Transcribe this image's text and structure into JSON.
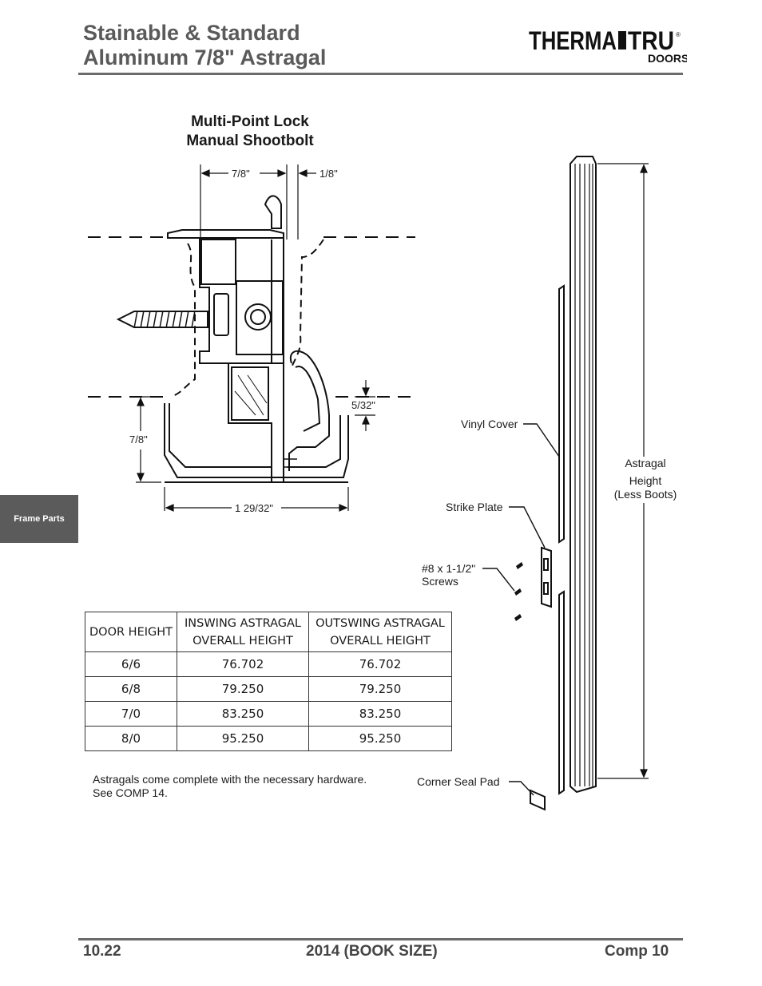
{
  "header": {
    "title_line1": "Stainable & Standard",
    "title_line2": "Aluminum 7/8\" Astragal",
    "logo_word1": "THERMA",
    "logo_word2": "TRU",
    "logo_sub": "DOORS",
    "logo_mark": "®"
  },
  "section": {
    "title_line1": "Multi-Point Lock",
    "title_line2": "Manual Shootbolt"
  },
  "dimensions": {
    "top_width": "7/8\"",
    "gap": "1/8\"",
    "small_offset": "5/32\"",
    "height": "7/8\"",
    "bottom_width": "1 29/32\""
  },
  "side_tab": "Frame Parts",
  "callouts": {
    "vinyl_cover": "Vinyl Cover",
    "strike_plate": "Strike Plate",
    "screws_line1": "#8 x 1-1/2\"",
    "screws_line2": "Screws",
    "corner_seal_pad": "Corner Seal Pad",
    "astragal_line1": "Astragal",
    "astragal_line2": "Height",
    "astragal_line3": "(Less Boots)"
  },
  "table": {
    "headers": [
      "DOOR HEIGHT",
      "INSWING ASTRAGAL",
      "OVERALL HEIGHT",
      "OUTSWING ASTRAGAL",
      "OVERALL HEIGHT"
    ],
    "rows": [
      [
        "6/6",
        "76.702",
        "76.702"
      ],
      [
        "6/8",
        "79.250",
        "79.250"
      ],
      [
        "7/0",
        "83.250",
        "83.250"
      ],
      [
        "8/0",
        "95.250",
        "95.250"
      ]
    ]
  },
  "note": {
    "line1": "Astragals come complete with the necessary hardware.",
    "line2": "See COMP 14."
  },
  "footer": {
    "left": "10.22",
    "center": "2014 (BOOK SIZE)",
    "right": "Comp 10"
  }
}
